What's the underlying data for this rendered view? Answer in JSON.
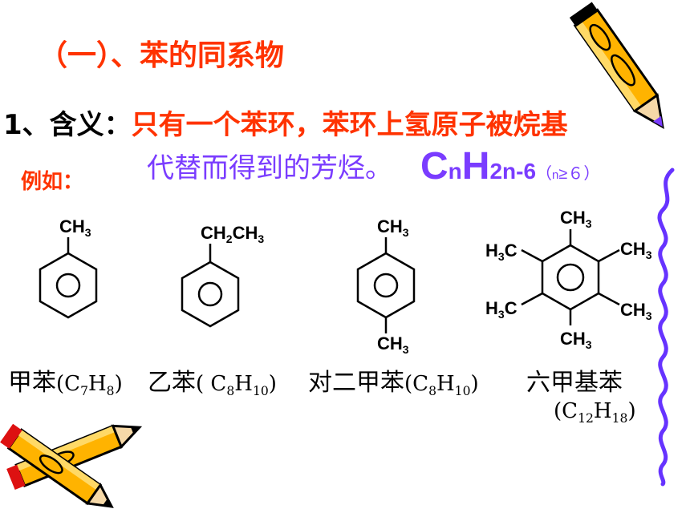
{
  "heading": "（一）、苯的同系物",
  "definition": {
    "number": "1、含义：",
    "text_line1": "只有一个苯环，苯环上氢原子被烷基",
    "text_line2": "代替而得到的芳烃。",
    "formula_main_c": "C",
    "formula_sub_n": "n",
    "formula_main_h": "H",
    "formula_sub_2n6": "2n-6",
    "condition_open": "（",
    "condition_n": "n",
    "condition_rest": "≥６）"
  },
  "example_label": "例如：",
  "molecules": [
    {
      "name": "甲苯",
      "formula_c": "C",
      "c_sub": "7",
      "formula_h": "H",
      "h_sub": "8"
    },
    {
      "name": "乙苯",
      "formula_c": "C",
      "c_sub": "8",
      "formula_h": "H",
      "h_sub": "10"
    },
    {
      "name": "对二甲苯",
      "formula_c": "C",
      "c_sub": "8",
      "formula_h": "H",
      "h_sub": "10"
    },
    {
      "name": "六甲基苯",
      "formula_c": "C",
      "c_sub": "12",
      "formula_h": "H",
      "h_sub": "18"
    }
  ],
  "substituent_labels": {
    "ch": "CH",
    "h": "H",
    "c": "C",
    "sub3": "3",
    "sub2": "2"
  },
  "colors": {
    "title": "#ff3300",
    "definition": "#ff3300",
    "line2": "#7a3cff",
    "squiggle": "#6633ff"
  }
}
